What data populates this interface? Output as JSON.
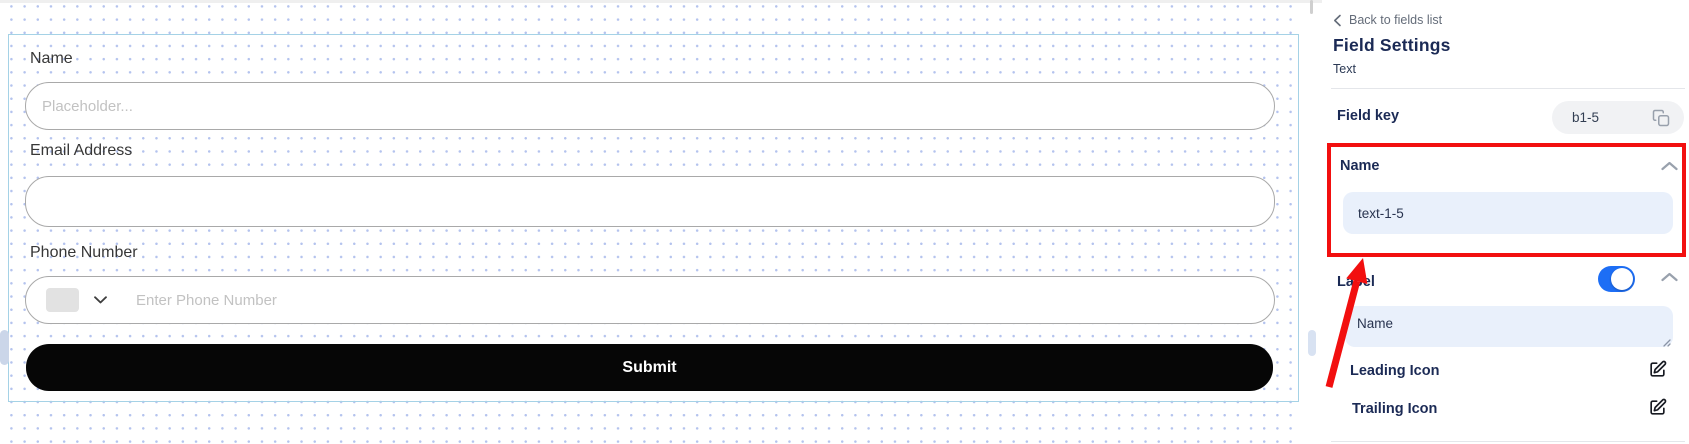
{
  "canvas": {
    "fields": [
      {
        "label": "Name",
        "placeholder": "Placeholder..."
      },
      {
        "label": "Email Address",
        "placeholder": ""
      },
      {
        "label": "Phone Number",
        "placeholder": "Enter Phone Number"
      }
    ],
    "submit_label": "Submit"
  },
  "panel": {
    "back_label": "Back to fields list",
    "title": "Field Settings",
    "subtitle": "Text",
    "field_key": {
      "label": "Field key",
      "value": "b1-5"
    },
    "name_section": {
      "header": "Name",
      "value": "text-1-5"
    },
    "label_section": {
      "header": "Label",
      "value": "Name",
      "toggle_on": true
    },
    "leading_icon": {
      "label": "Leading Icon"
    },
    "trailing_icon": {
      "label": "Trailing Icon"
    }
  },
  "icons": {
    "back": "chevron-left-icon",
    "copy": "copy-icon",
    "collapse": "chevron-up-icon",
    "phone_selector": "chevron-down-icon",
    "edit": "edit-pencil-square-icon",
    "resize": "resize-grip-icon"
  },
  "colors": {
    "panel_navy": "#1b2a55",
    "accent_blue": "#1d6ef5",
    "annotation_red": "#f20f0f",
    "input_blue_bg": "#e9f0fb",
    "pill_bg": "#f1f2f4",
    "canvas_border": "#a5d2e6",
    "dot_grid": "#b4c3ee",
    "submit_bg": "#060606",
    "field_border": "#a9a9a9",
    "placeholder_gray": "#c2c2c2"
  }
}
